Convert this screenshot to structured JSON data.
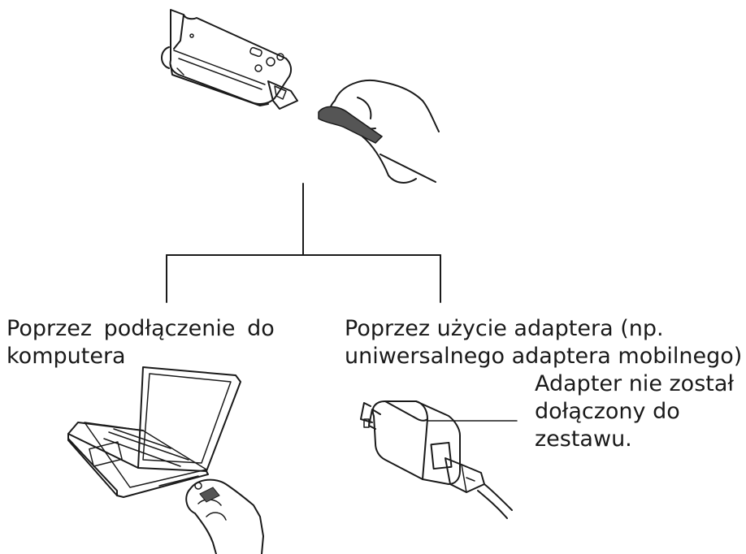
{
  "options": {
    "computer": {
      "line1": "Poprzez podłączenie do",
      "line2": "komputera"
    },
    "adapter": {
      "line1": "Poprzez użycie adaptera (np.",
      "line2": "uniwersalnego adaptera mobilnego)"
    }
  },
  "note": {
    "line1": "Adapter nie został",
    "line2": "dołączony do",
    "line3": "zestawu."
  },
  "icons": [
    "device-charging-port-icon",
    "hand-with-cable-icon",
    "laptop-icon",
    "usb-wall-adapter-icon"
  ]
}
